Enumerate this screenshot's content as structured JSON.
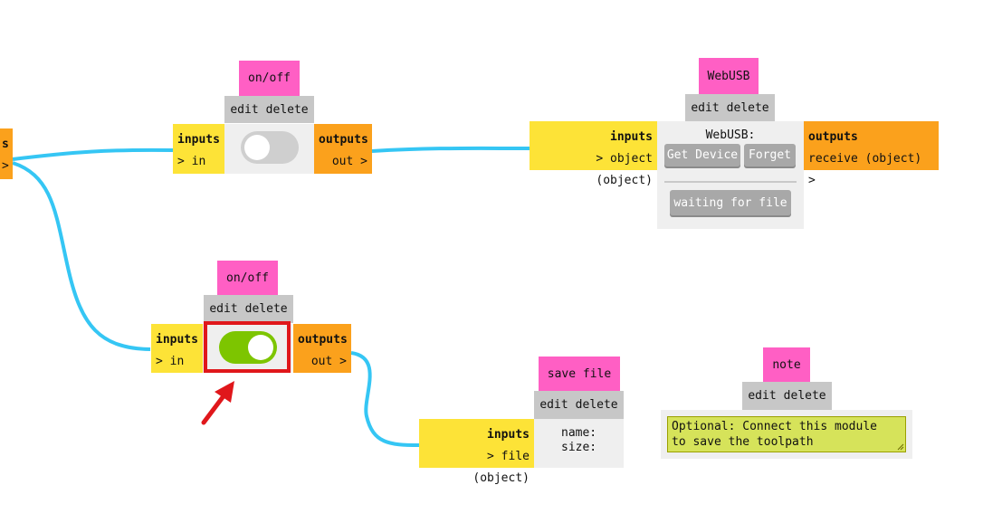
{
  "common": {
    "edit": "edit",
    "delete": "delete"
  },
  "edge": {
    "label_fragment": "s",
    "arrow": ">"
  },
  "onoff_top": {
    "title": "on/off",
    "inputs_header": "inputs",
    "input_port": "> in",
    "outputs_header": "outputs",
    "output_port": "out >",
    "toggle_on": false
  },
  "webusb": {
    "title": "WebUSB",
    "inputs_header": "inputs",
    "input_port": "> object (object)",
    "outputs_header": "outputs",
    "output_port": "receive (object) >",
    "body_label": "WebUSB:",
    "get_device": "Get Device",
    "forget": "Forget",
    "status_button": "waiting for file"
  },
  "onoff_bottom": {
    "title": "on/off",
    "inputs_header": "inputs",
    "input_port": "> in",
    "outputs_header": "outputs",
    "output_port": "out >",
    "toggle_on": true
  },
  "savefile": {
    "title": "save file",
    "inputs_header": "inputs",
    "input_port": "> file (object)",
    "name_label": "name:",
    "size_label": "size:"
  },
  "note": {
    "title": "note",
    "text": "Optional: Connect this module\nto save the toolpath"
  },
  "colors": {
    "title_bg": "#ff5fc4",
    "edit_bg": "#c7c7c7",
    "inputs_bg": "#fde337",
    "outputs_bg": "#fba11c",
    "body_bg": "#efefef",
    "wire": "#35c6f4",
    "toggle_on": "#7dc500",
    "toggle_off": "#cfcfcf",
    "highlight": "#e0171b",
    "note_bg": "#d6e35a"
  }
}
